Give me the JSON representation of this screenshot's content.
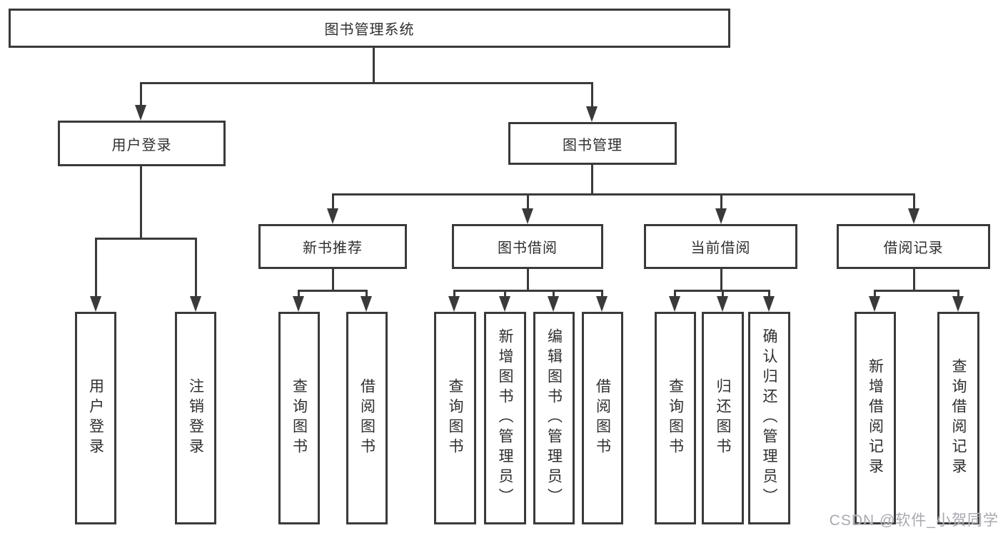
{
  "colors": {
    "line": "#3a3a3c",
    "text": "#2f2f31",
    "watermark": "#a8a9b1",
    "background": "#ffffff"
  },
  "watermark": {
    "text": "CSDN @软件_小贺同学"
  },
  "diagram": {
    "root": {
      "label": "图书管理系统"
    },
    "branches": [
      {
        "label": "用户登录",
        "children": [
          {
            "label": "用户登录"
          },
          {
            "label": "注销登录"
          }
        ]
      },
      {
        "label": "图书管理",
        "children": [
          {
            "label": "新书推荐",
            "children": [
              {
                "label": "查询图书"
              },
              {
                "label": "借阅图书"
              }
            ]
          },
          {
            "label": "图书借阅",
            "children": [
              {
                "label": "查询图书"
              },
              {
                "label": "新增图书（管理员）"
              },
              {
                "label": "编辑图书（管理员）"
              },
              {
                "label": "借阅图书"
              }
            ]
          },
          {
            "label": "当前借阅",
            "children": [
              {
                "label": "查询图书"
              },
              {
                "label": "归还图书"
              },
              {
                "label": "确认归还（管理员）"
              }
            ]
          },
          {
            "label": "借阅记录",
            "children": [
              {
                "label": "新增借阅记录"
              },
              {
                "label": "查询借阅记录"
              }
            ]
          }
        ]
      }
    ]
  }
}
